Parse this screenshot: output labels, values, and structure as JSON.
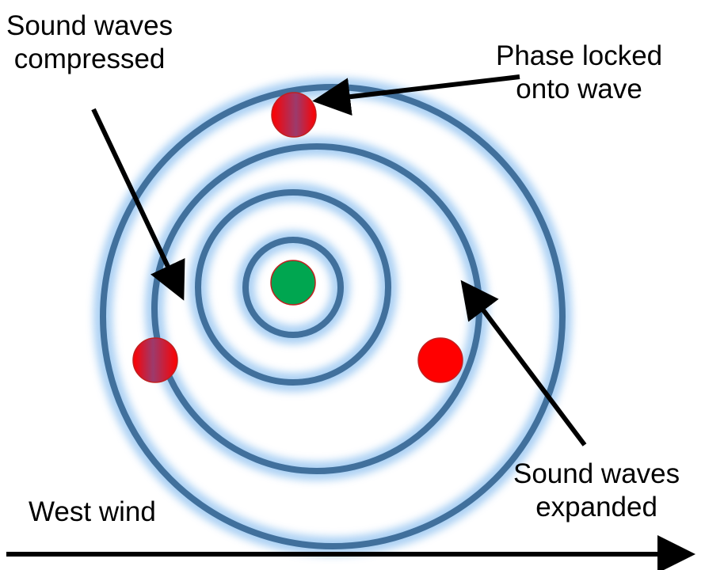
{
  "labels": {
    "compressed": {
      "line1": "Sound waves",
      "line2": "compressed"
    },
    "phase_locked": {
      "line1": "Phase locked",
      "line2": "onto wave"
    },
    "expanded": {
      "line1": "Sound waves",
      "line2": "expanded"
    },
    "west_wind": "West wind"
  },
  "colors": {
    "wave_ring": "#41709c",
    "wave_glow": "#9ec9f2",
    "center_source": "#00a650",
    "red_marker": "#ff0000",
    "arrow": "#000000"
  },
  "elements": {
    "wave_rings": [
      "wave-ring-1",
      "wave-ring-2",
      "wave-ring-3",
      "wave-ring-4"
    ],
    "markers": [
      "center-source-dot",
      "phase-locked-dot",
      "west-marker-dot",
      "east-marker-dot"
    ]
  }
}
